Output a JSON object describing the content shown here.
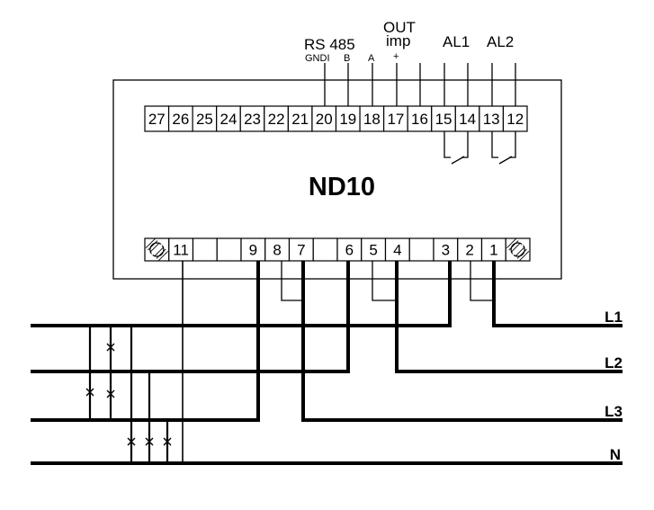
{
  "device": {
    "name": "ND10"
  },
  "top_labels": {
    "rs485": "RS 485",
    "gndi": "GNDI",
    "b": "B",
    "a": "A",
    "out": "OUT",
    "imp": "imp",
    "plus": "+",
    "al1": "AL1",
    "al2": "AL2"
  },
  "top_terminals": [
    "27",
    "26",
    "25",
    "24",
    "23",
    "22",
    "21",
    "20",
    "19",
    "18",
    "17",
    "16",
    "15",
    "14",
    "13",
    "12"
  ],
  "bottom_terminals": [
    "screw",
    "11",
    "",
    "",
    "9",
    "8",
    "7",
    "",
    "6",
    "5",
    "4",
    "",
    "3",
    "2",
    "1",
    "screw"
  ],
  "lines": [
    {
      "id": "L1",
      "label": "L1"
    },
    {
      "id": "L2",
      "label": "L2"
    },
    {
      "id": "L3",
      "label": "L3"
    },
    {
      "id": "N",
      "label": "N"
    }
  ],
  "colors": {
    "stroke": "#000000",
    "background": "#ffffff"
  }
}
